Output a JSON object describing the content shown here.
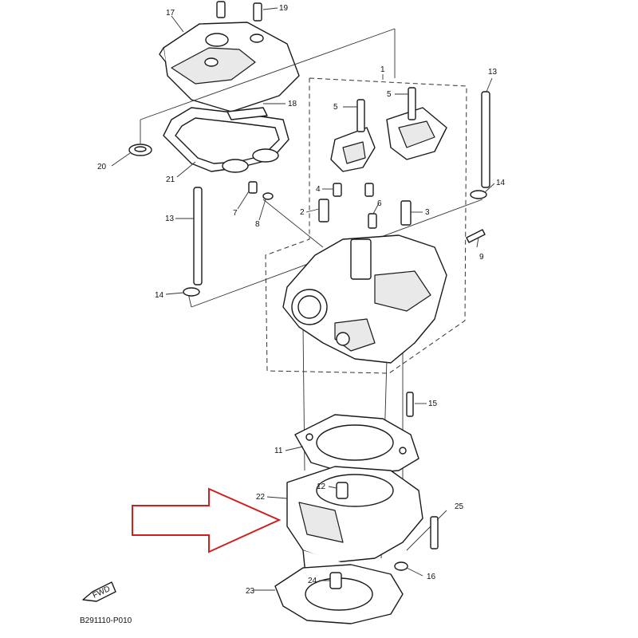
{
  "diagram": {
    "code": "B291110-P010",
    "fwd_label": "FWD",
    "callouts": {
      "c1": "1",
      "c2": "2",
      "c3": "3",
      "c4": "4",
      "c5a": "5",
      "c5b": "5",
      "c6": "6",
      "c7": "7",
      "c8": "8",
      "c9": "9",
      "c11": "11",
      "c12": "12",
      "c13a": "13",
      "c13b": "13",
      "c14a": "14",
      "c14b": "14",
      "c15": "15",
      "c16": "16",
      "c17": "17",
      "c18": "18",
      "c19": "19",
      "c20": "20",
      "c21": "21",
      "c22": "22",
      "c23": "23",
      "c24": "24",
      "c25": "25"
    },
    "highlight_color": "#d11f1f"
  }
}
